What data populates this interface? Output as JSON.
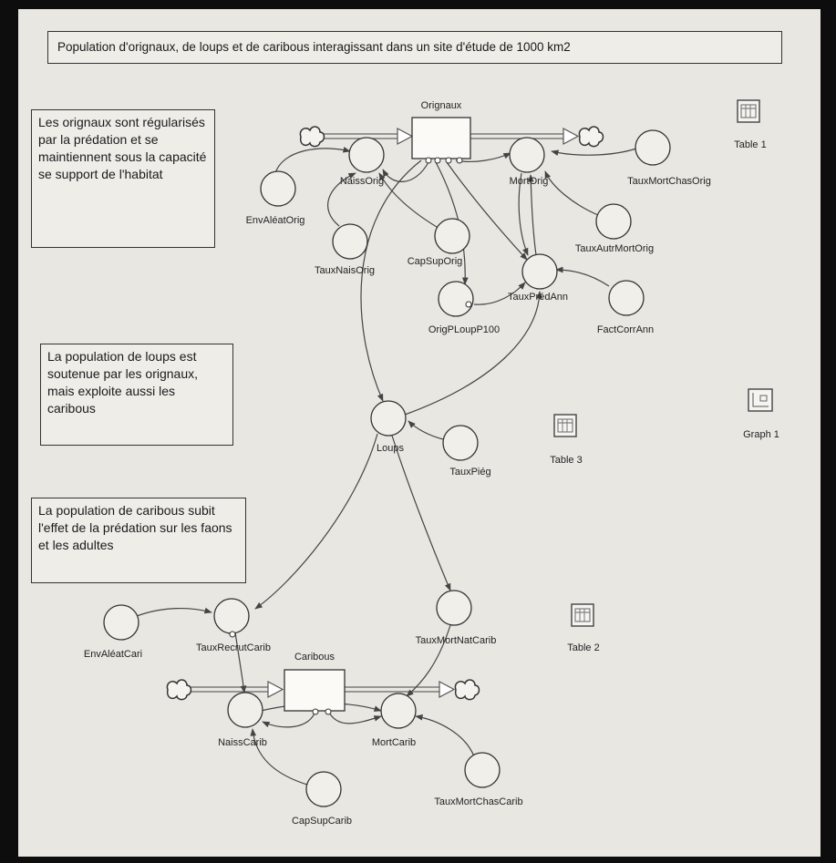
{
  "title": "Population d'orignaux, de loups et de caribous interagissant dans un site d'étude de 1000 km2",
  "notes": [
    "Les orignaux sont régularisés par la prédation et se maintiennent sous la capacité se support de l'habitat",
    "La population de loups est soutenue par les orignaux, mais exploite aussi les caribous",
    "La population de caribous subit l'effet de la prédation sur les faons et les adultes"
  ],
  "stocks": {
    "orignaux": "Orignaux",
    "caribous": "Caribous"
  },
  "variables": {
    "naissorig": "NaissOrig",
    "mortorig": "MortOrig",
    "tauxmortchasorig": "TauxMortChasOrig",
    "envaleatorig": "EnvAléatOrig",
    "tauxautrmortorig": "TauxAutrMortOrig",
    "capsuporig": "CapSupOrig",
    "tauxnaisorig": "TauxNaisOrig",
    "tauxpredann": "TauxPrédAnn",
    "origploupp100": "OrigPLoupP100",
    "factcorrann": "FactCorrAnn",
    "loups": "Loups",
    "tauxpieg": "TauxPiég",
    "tauxmortnatcarib": "TauxMortNatCarib",
    "envaleatcari": "EnvAléatCari",
    "tauxrecrutcarib": "TauxRecrutCarib",
    "naisscarib": "NaissCarib",
    "mortcarib": "MortCarib",
    "tauxmortchascarib": "TauxMortChasCarib",
    "capsupcarib": "CapSupCarib"
  },
  "tools": {
    "table1": "Table 1",
    "table2": "Table 2",
    "table3": "Table 3",
    "graph1": "Graph 1"
  }
}
